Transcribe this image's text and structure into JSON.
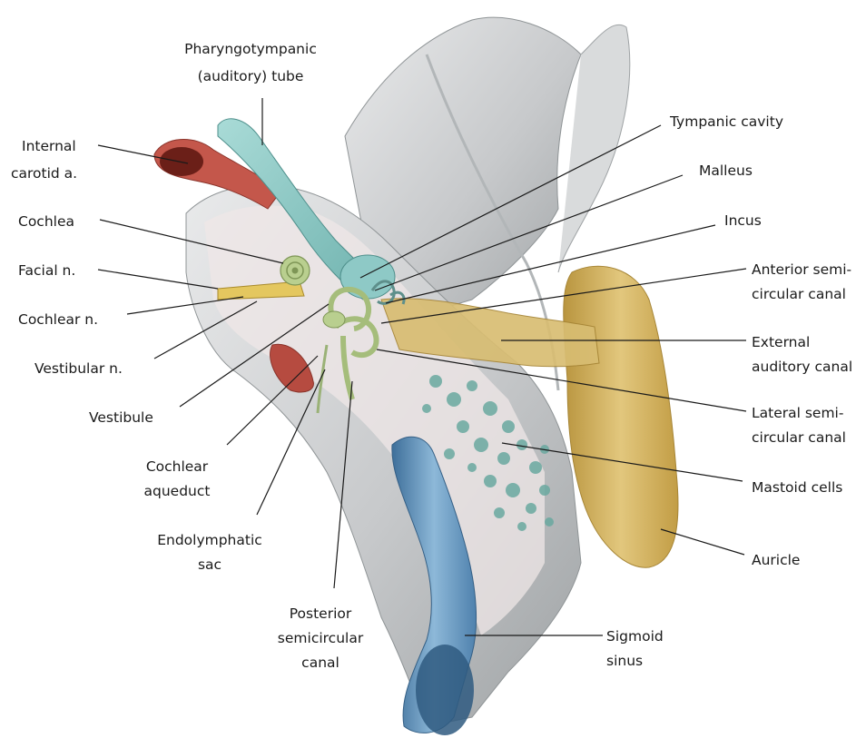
{
  "labels": {
    "pharyngotympanic_1": "Pharyngotympanic",
    "pharyngotympanic_2": "(auditory) tube",
    "internal_carotid_1": "Internal",
    "internal_carotid_2": "carotid a.",
    "cochlea": "Cochlea",
    "facial": "Facial n.",
    "cochlear_n": "Cochlear n.",
    "vestibular_n": "Vestibular n.",
    "vestibule": "Vestibule",
    "cochlear_aqueduct_1": "Cochlear",
    "cochlear_aqueduct_2": "aqueduct",
    "endolymphatic_1": "Endolymphatic",
    "endolymphatic_2": "sac",
    "posterior_1": "Posterior",
    "posterior_2": "semicircular",
    "posterior_3": "canal",
    "tympanic_cavity": "Tympanic cavity",
    "malleus": "Malleus",
    "incus": "Incus",
    "anterior_1": "Anterior semi-",
    "anterior_2": "circular canal",
    "external_1": "External",
    "external_2": "auditory canal",
    "lateral_1": "Lateral semi-",
    "lateral_2": "circular canal",
    "mastoid": "Mastoid cells",
    "auricle": "Auricle",
    "sigmoid_1": "Sigmoid",
    "sigmoid_2": "sinus"
  },
  "colors": {
    "bone": "#c9cbcc",
    "bone_dark": "#9ea2a4",
    "bone_light": "#e6e7e8",
    "tube": "#8ec9c6",
    "labyrinth": "#b9cf8f",
    "artery": "#c4574b",
    "auricle": "#d4b66a",
    "vein": "#5f93bd",
    "mastoid": "#6aa9a0",
    "nerve": "#e4c75f"
  }
}
